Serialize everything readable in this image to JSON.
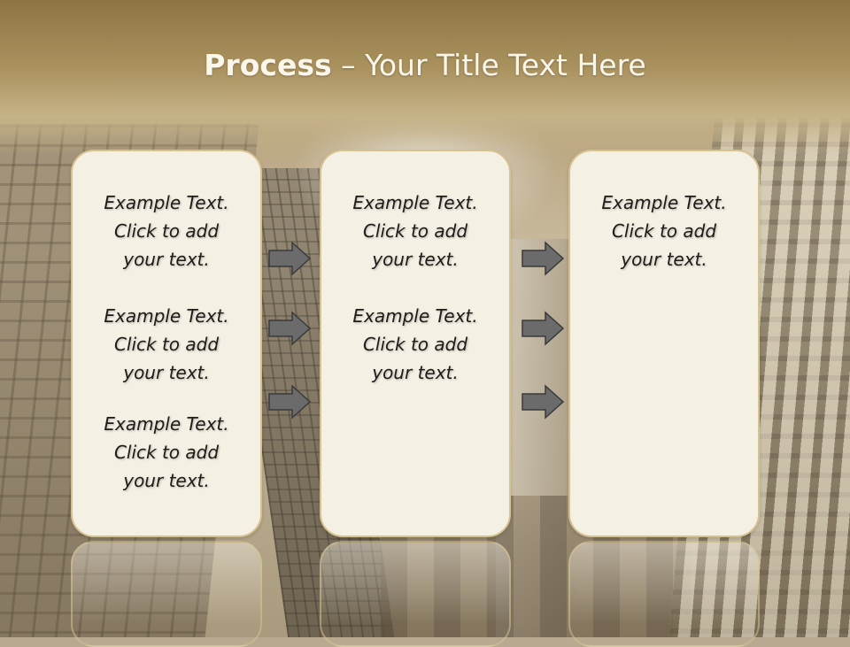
{
  "slide": {
    "title_bold": "Process",
    "title_rest": " – Your Title Text Here"
  },
  "panels": [
    {
      "items": [
        {
          "line1": "Example Text.",
          "line2": "Click  to add",
          "line3": "your text."
        },
        {
          "line1": "Example Text.",
          "line2": "Click  to add",
          "line3": "your text."
        },
        {
          "line1": "Example Text.",
          "line2": "Click  to add",
          "line3": "your text."
        }
      ]
    },
    {
      "items": [
        {
          "line1": "Example Text.",
          "line2": "Click  to add",
          "line3": "your text."
        },
        {
          "line1": "Example Text.",
          "line2": "Click  to add",
          "line3": "your text."
        }
      ]
    },
    {
      "items": [
        {
          "line1": "Example Text.",
          "line2": "Click  to add",
          "line3": "your text."
        }
      ]
    }
  ],
  "colors": {
    "panel_fill": "#f5f0e4",
    "panel_border": "#d6c28f",
    "arrow_fill": "#6b6b6b",
    "title_text": "#fbf6ea"
  },
  "icons": {
    "arrow": "right-arrow-icon"
  }
}
